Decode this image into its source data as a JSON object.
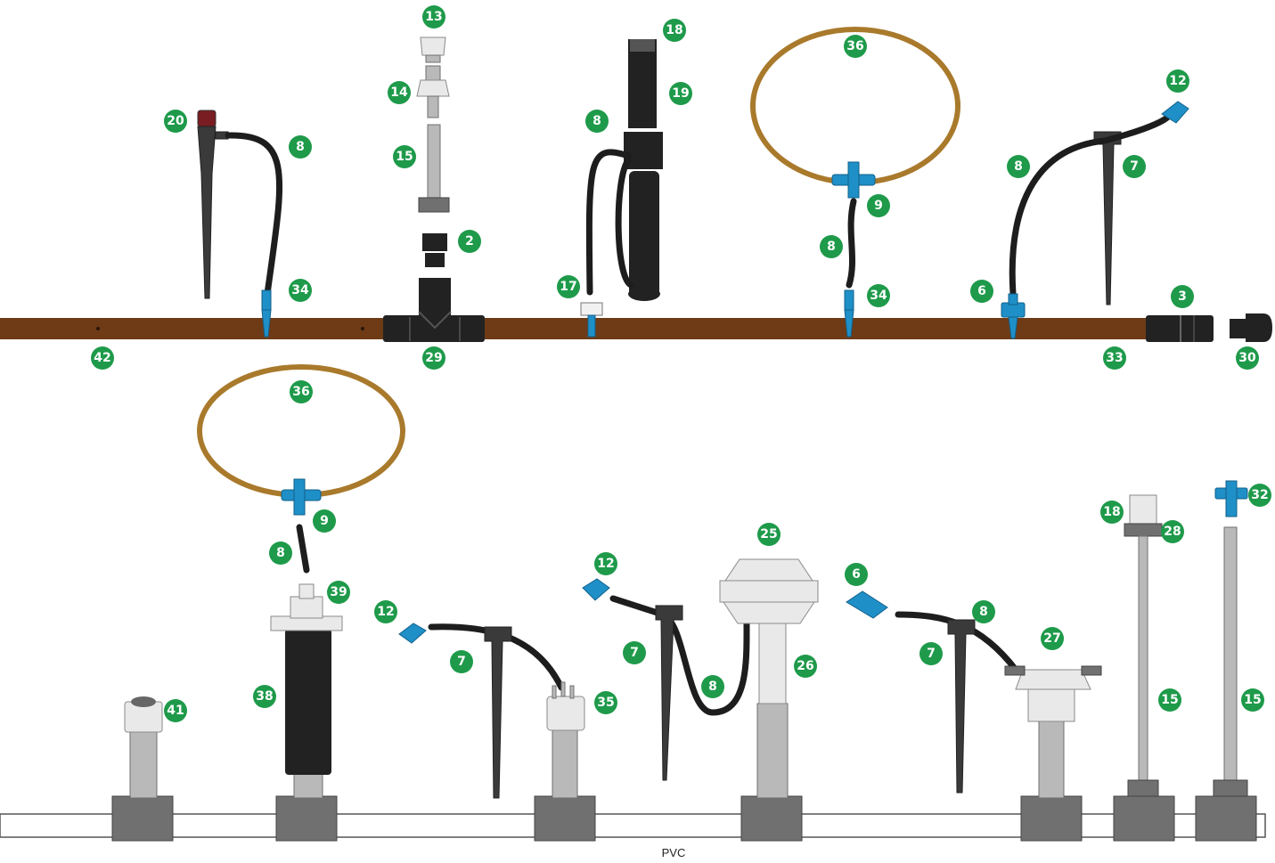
{
  "pvc_label": "PVC",
  "callouts": [
    {
      "id": "c20a",
      "label": "20"
    },
    {
      "id": "c8a",
      "label": "8"
    },
    {
      "id": "c34a",
      "label": "34"
    },
    {
      "id": "c42",
      "label": "42"
    },
    {
      "id": "c13",
      "label": "13"
    },
    {
      "id": "c14",
      "label": "14"
    },
    {
      "id": "c15a",
      "label": "15"
    },
    {
      "id": "c2",
      "label": "2"
    },
    {
      "id": "c29",
      "label": "29"
    },
    {
      "id": "c18a",
      "label": "18"
    },
    {
      "id": "c19",
      "label": "19"
    },
    {
      "id": "c8b",
      "label": "8"
    },
    {
      "id": "c17",
      "label": "17"
    },
    {
      "id": "c36a",
      "label": "36"
    },
    {
      "id": "c9a",
      "label": "9"
    },
    {
      "id": "c8c",
      "label": "8"
    },
    {
      "id": "c34b",
      "label": "34"
    },
    {
      "id": "c12a",
      "label": "12"
    },
    {
      "id": "c8d",
      "label": "8"
    },
    {
      "id": "c7a",
      "label": "7"
    },
    {
      "id": "c6a",
      "label": "6"
    },
    {
      "id": "c3",
      "label": "3"
    },
    {
      "id": "c33",
      "label": "33"
    },
    {
      "id": "c30",
      "label": "30"
    },
    {
      "id": "c36b",
      "label": "36"
    },
    {
      "id": "c9b",
      "label": "9"
    },
    {
      "id": "c8e",
      "label": "8"
    },
    {
      "id": "c39",
      "label": "39"
    },
    {
      "id": "c38",
      "label": "38"
    },
    {
      "id": "c41",
      "label": "41"
    },
    {
      "id": "c12b",
      "label": "12"
    },
    {
      "id": "c7b",
      "label": "7"
    },
    {
      "id": "c35",
      "label": "35"
    },
    {
      "id": "c12c",
      "label": "12"
    },
    {
      "id": "c7c",
      "label": "7"
    },
    {
      "id": "c8f",
      "label": "8"
    },
    {
      "id": "c25",
      "label": "25"
    },
    {
      "id": "c26",
      "label": "26"
    },
    {
      "id": "c6b",
      "label": "6"
    },
    {
      "id": "c8g",
      "label": "8"
    },
    {
      "id": "c7d",
      "label": "7"
    },
    {
      "id": "c27",
      "label": "27"
    },
    {
      "id": "c18b",
      "label": "18"
    },
    {
      "id": "c28",
      "label": "28"
    },
    {
      "id": "c15b",
      "label": "15"
    },
    {
      "id": "c32",
      "label": "32"
    },
    {
      "id": "c15c",
      "label": "15"
    }
  ]
}
